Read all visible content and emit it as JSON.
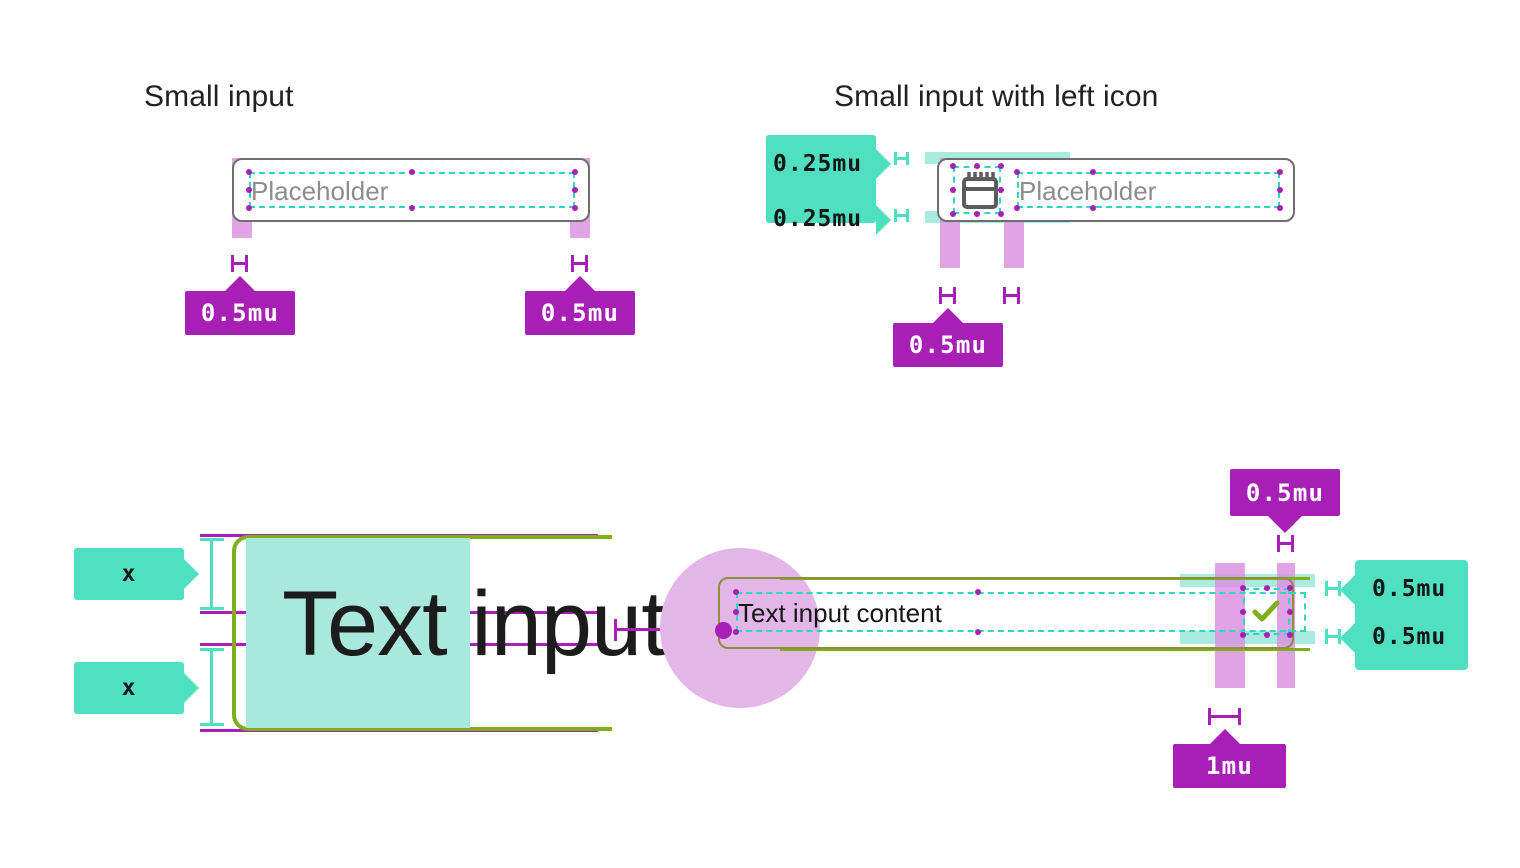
{
  "sections": {
    "small_input": {
      "title": "Small input",
      "placeholder": "Placeholder"
    },
    "small_input_icon": {
      "title": "Small input with left icon",
      "placeholder": "Placeholder",
      "icon": "calendar-icon"
    },
    "anatomy": {
      "sample_text": "Text input",
      "x_label_top": "x",
      "x_label_bottom": "x"
    },
    "filled_input": {
      "value": "Text input content",
      "trailing_icon": "checkmark-icon"
    }
  },
  "annotations": {
    "small_left_pad": "0.5mu",
    "small_right_pad": "0.5mu",
    "icon_top_pad": "0.25mu",
    "icon_bottom_pad": "0.25mu",
    "icon_left_pad": "0.5mu",
    "filled_top_pad": "0.5mu",
    "filled_bottom_pad": "0.5mu",
    "filled_right_pad": "0.5mu",
    "filled_icon_gap": "1mu"
  },
  "colors": {
    "magenta": "#a81fb5",
    "teal": "#4ee0c0",
    "teal_soft": "#9ae8d8",
    "lilac": "#d88fe0",
    "olive": "#8d8f3c",
    "green": "#7fae1b",
    "border_gray": "#6f6f6f",
    "placeholder_gray": "#8d8d8d",
    "text_dark": "#161616"
  }
}
